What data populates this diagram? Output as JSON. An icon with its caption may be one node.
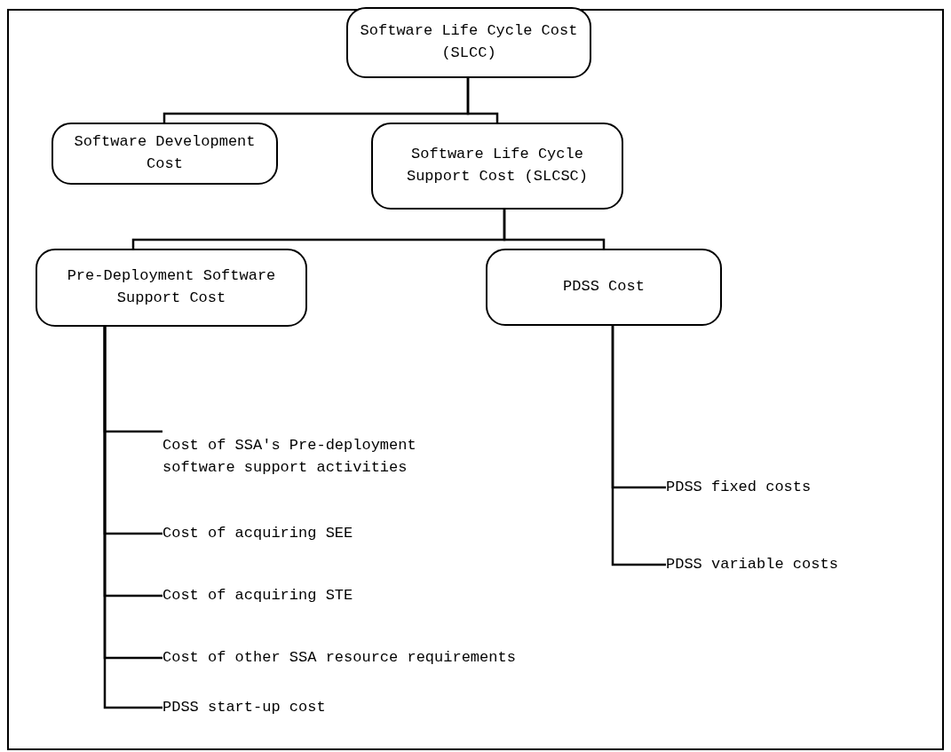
{
  "diagram": {
    "nodes": [
      {
        "text": [
          "Software Life Cycle Cost (SLCC)"
        ]
      },
      {
        "text": [
          "Software Development Cost"
        ]
      },
      {
        "text": [
          "Software Life Cycle Support Cost (SLCSC)"
        ]
      },
      {
        "text": [
          "Pre-Deployment Software Support Cost"
        ]
      },
      {
        "text": [
          "PDSS Cost"
        ]
      },
      {
        "text": [
          "Cost of SSA's Pre-deployment software support activities"
        ]
      },
      {
        "text": [
          "Cost of acquiring SEE"
        ]
      },
      {
        "text": [
          "Cost of acquiring STE"
        ]
      },
      {
        "text": [
          "Cost of other SSA resource requirements"
        ]
      },
      {
        "text": [
          "PDSS start-up cost"
        ]
      },
      {
        "text": [
          "PDSS fixed costs"
        ]
      },
      {
        "text": [
          "PDSS variable costs"
        ]
      }
    ],
    "edges": [
      {
        "from": 0,
        "to": 1,
        "arrow": "none"
      },
      {
        "from": 0,
        "to": 2,
        "arrow": "none"
      },
      {
        "from": 2,
        "to": 3,
        "arrow": "none"
      },
      {
        "from": 2,
        "to": 4,
        "arrow": "none"
      },
      {
        "from": 3,
        "to": 5,
        "arrow": "none"
      },
      {
        "from": 3,
        "to": 6,
        "arrow": "none"
      },
      {
        "from": 3,
        "to": 7,
        "arrow": "none"
      },
      {
        "from": 3,
        "to": 8,
        "arrow": "none"
      },
      {
        "from": 3,
        "to": 9,
        "arrow": "none"
      },
      {
        "from": 4,
        "to": 10,
        "arrow": "none"
      },
      {
        "from": 4,
        "to": 11,
        "arrow": "none"
      }
    ]
  }
}
